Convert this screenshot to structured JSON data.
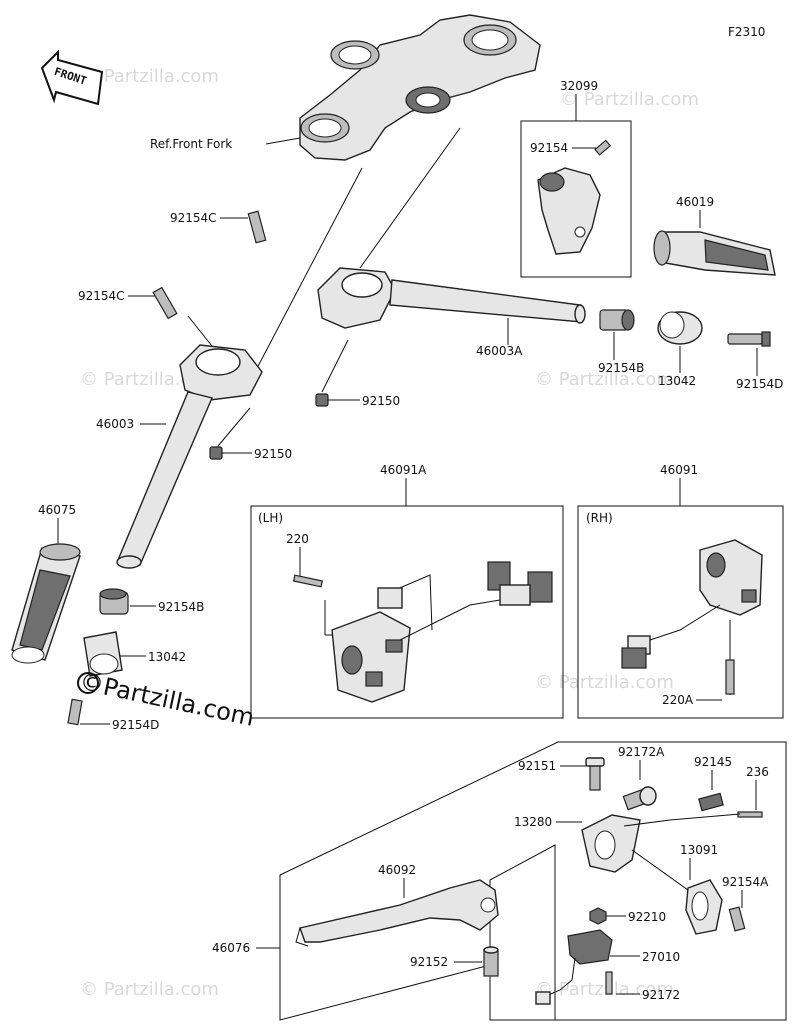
{
  "figure_code": "F2310",
  "front_marker": "FRONT",
  "ref_front_fork": "Ref.Front Fork",
  "labels": {
    "p32099": "32099",
    "p92154": "92154",
    "p46019": "46019",
    "p92154C_a": "92154C",
    "p92154C_b": "92154C",
    "p46003A": "46003A",
    "p92154B_a": "92154B",
    "p13042_a": "13042",
    "p92154D_a": "92154D",
    "p92150_a": "92150",
    "p46003": "46003",
    "p92150_b": "92150",
    "p46091A": "46091A",
    "p46091": "46091",
    "lh": "(LH)",
    "rh": "(RH)",
    "p220": "220",
    "p220A": "220A",
    "p46075": "46075",
    "p92154B_b": "92154B",
    "p13042_b": "13042",
    "p92154D_b": "92154D",
    "p92151": "92151",
    "p92172A": "92172A",
    "p92145": "92145",
    "p236": "236",
    "p13280": "13280",
    "p13091": "13091",
    "p46092": "46092",
    "p92154A": "92154A",
    "p92210": "92210",
    "p46076": "46076",
    "p92152": "92152",
    "p27010": "27010",
    "p92172": "92172"
  },
  "watermark": {
    "brand": "Partzilla.com",
    "copyright_symbol": "©"
  }
}
